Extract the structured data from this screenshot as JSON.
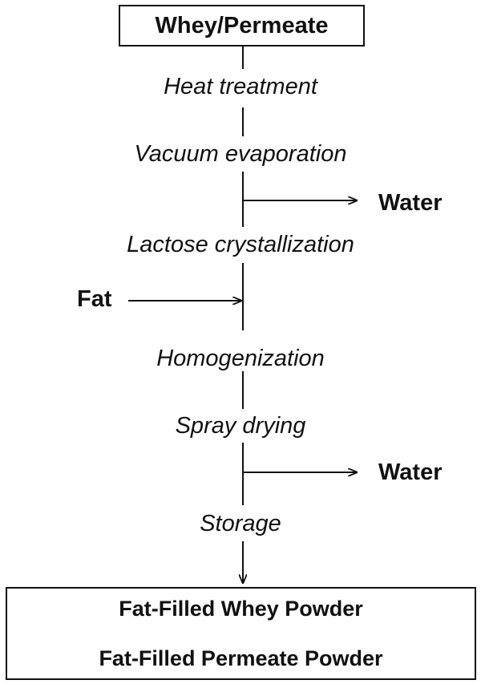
{
  "input_box": {
    "label": "Whey/Permeate"
  },
  "steps": [
    "Heat treatment",
    "Vacuum evaporation",
    "Lactose crystallization",
    "Homogenization",
    "Spray drying",
    "Storage"
  ],
  "side_flows": {
    "water_out_1": "Water",
    "fat_in": "Fat",
    "water_out_2": "Water"
  },
  "output_box": {
    "lines": [
      "Fat-Filled Whey Powder",
      "Fat-Filled Permeate Powder"
    ]
  },
  "colors": {
    "line": "#111111",
    "background": "#ffffff"
  }
}
